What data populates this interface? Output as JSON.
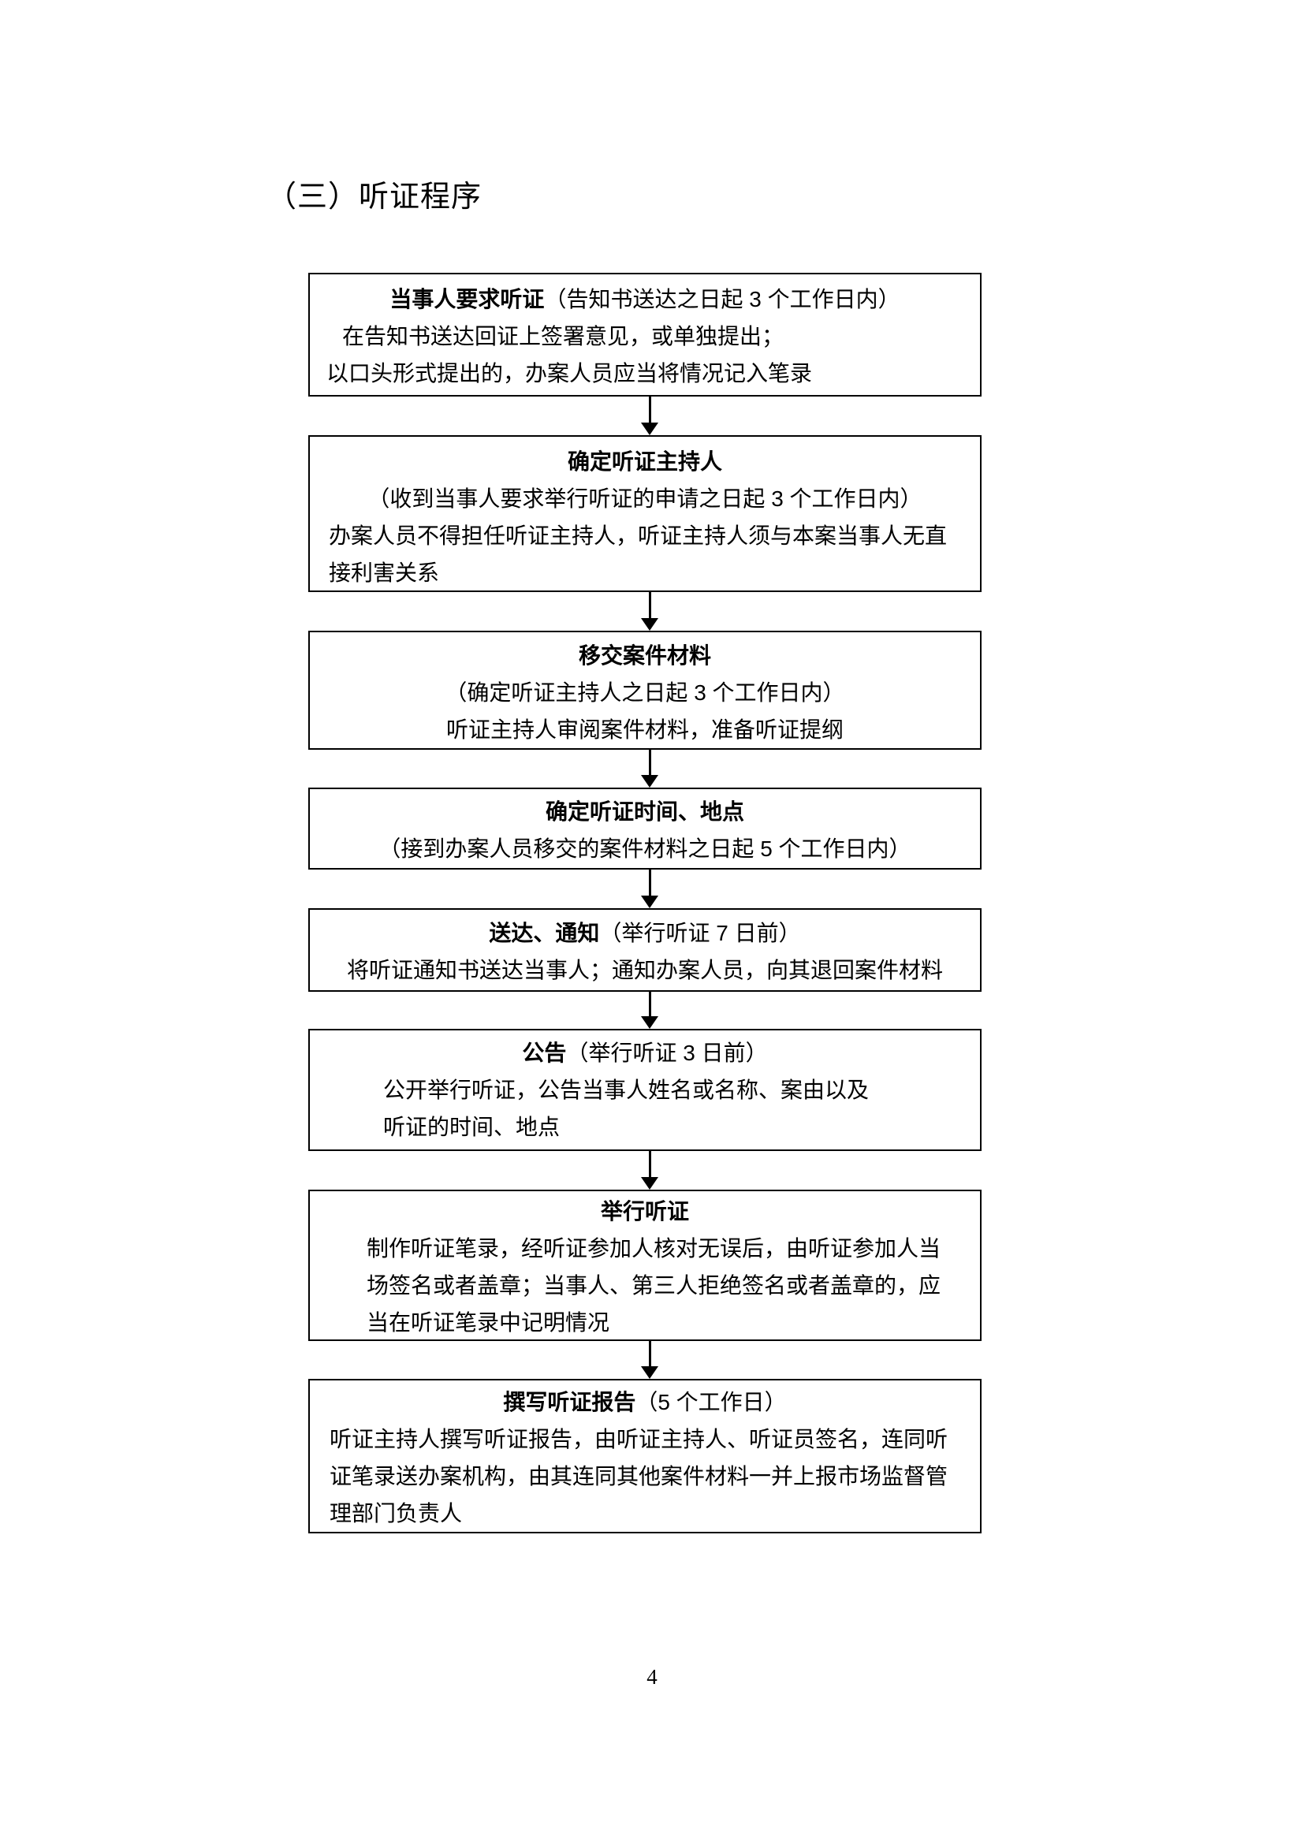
{
  "page": {
    "title": "（三）听证程序",
    "page_number": "4"
  },
  "flowchart": {
    "colors": {
      "border": "#000000",
      "text": "#000000",
      "background": "#ffffff"
    },
    "boxes": [
      {
        "id": "request-hearing",
        "lines": [
          {
            "bold": "当事人要求听证",
            "text": "（告知书送达之日起 3 个工作日内）",
            "align": "center"
          },
          {
            "text": "在告知书送达回证上签署意见，或单独提出；",
            "align": "left",
            "indent": 41
          },
          {
            "text": "以口头形式提出的，办案人员应当将情况记入笔录",
            "align": "left",
            "indent": 21
          }
        ]
      },
      {
        "id": "determine-host",
        "lines": [
          {
            "bold": "确定听证主持人",
            "text": "",
            "align": "center"
          },
          {
            "text": "（收到当事人要求举行听证的申请之日起 3 个工作日内）",
            "align": "center"
          },
          {
            "text": "办案人员不得担任听证主持人，听证主持人须与本案当事人无直",
            "align": "left",
            "indent": 24
          },
          {
            "text": "接利害关系",
            "align": "left",
            "indent": 24
          }
        ]
      },
      {
        "id": "transfer-materials",
        "lines": [
          {
            "bold": "移交案件材料",
            "text": "",
            "align": "center"
          },
          {
            "text": "（确定听证主持人之日起 3 个工作日内）",
            "align": "center"
          },
          {
            "text": "听证主持人审阅案件材料，准备听证提纲",
            "align": "center"
          }
        ]
      },
      {
        "id": "set-time-place",
        "lines": [
          {
            "bold": "确定听证时间、地点",
            "text": "",
            "align": "center"
          },
          {
            "text": "（接到办案人员移交的案件材料之日起 5 个工作日内）",
            "align": "center"
          }
        ]
      },
      {
        "id": "serve-notify",
        "lines": [
          {
            "bold": "送达、通知",
            "text": "（举行听证 7 日前）",
            "align": "center"
          },
          {
            "text": "将听证通知书送达当事人；通知办案人员，向其退回案件材料",
            "align": "center"
          }
        ]
      },
      {
        "id": "announce",
        "lines": [
          {
            "bold": "公告",
            "text": "（举行听证 3 日前）",
            "align": "center"
          },
          {
            "text": "公开举行听证，公告当事人姓名或名称、案由以及",
            "align": "left",
            "indent": 93
          },
          {
            "text": "听证的时间、地点",
            "align": "left",
            "indent": 93
          }
        ]
      },
      {
        "id": "hold-hearing",
        "lines": [
          {
            "bold": "举行听证",
            "text": "",
            "align": "center"
          },
          {
            "text": "制作听证笔录，经听证参加人核对无误后，由听证参加人当",
            "align": "left",
            "indent": 72
          },
          {
            "text": "场签名或者盖章；当事人、第三人拒绝签名或者盖章的，应",
            "align": "left",
            "indent": 72
          },
          {
            "text": "当在听证笔录中记明情况",
            "align": "left",
            "indent": 72
          }
        ]
      },
      {
        "id": "write-report",
        "lines": [
          {
            "bold": "撰写听证报告",
            "text": "（5 个工作日）",
            "align": "center"
          },
          {
            "text": "听证主持人撰写听证报告，由听证主持人、听证员签名，连同听",
            "align": "left",
            "indent": 25
          },
          {
            "text": "证笔录送办案机构，由其连同其他案件材料一并上报市场监督管",
            "align": "left",
            "indent": 25
          },
          {
            "text": "理部门负责人",
            "align": "left",
            "indent": 25
          }
        ]
      }
    ]
  }
}
